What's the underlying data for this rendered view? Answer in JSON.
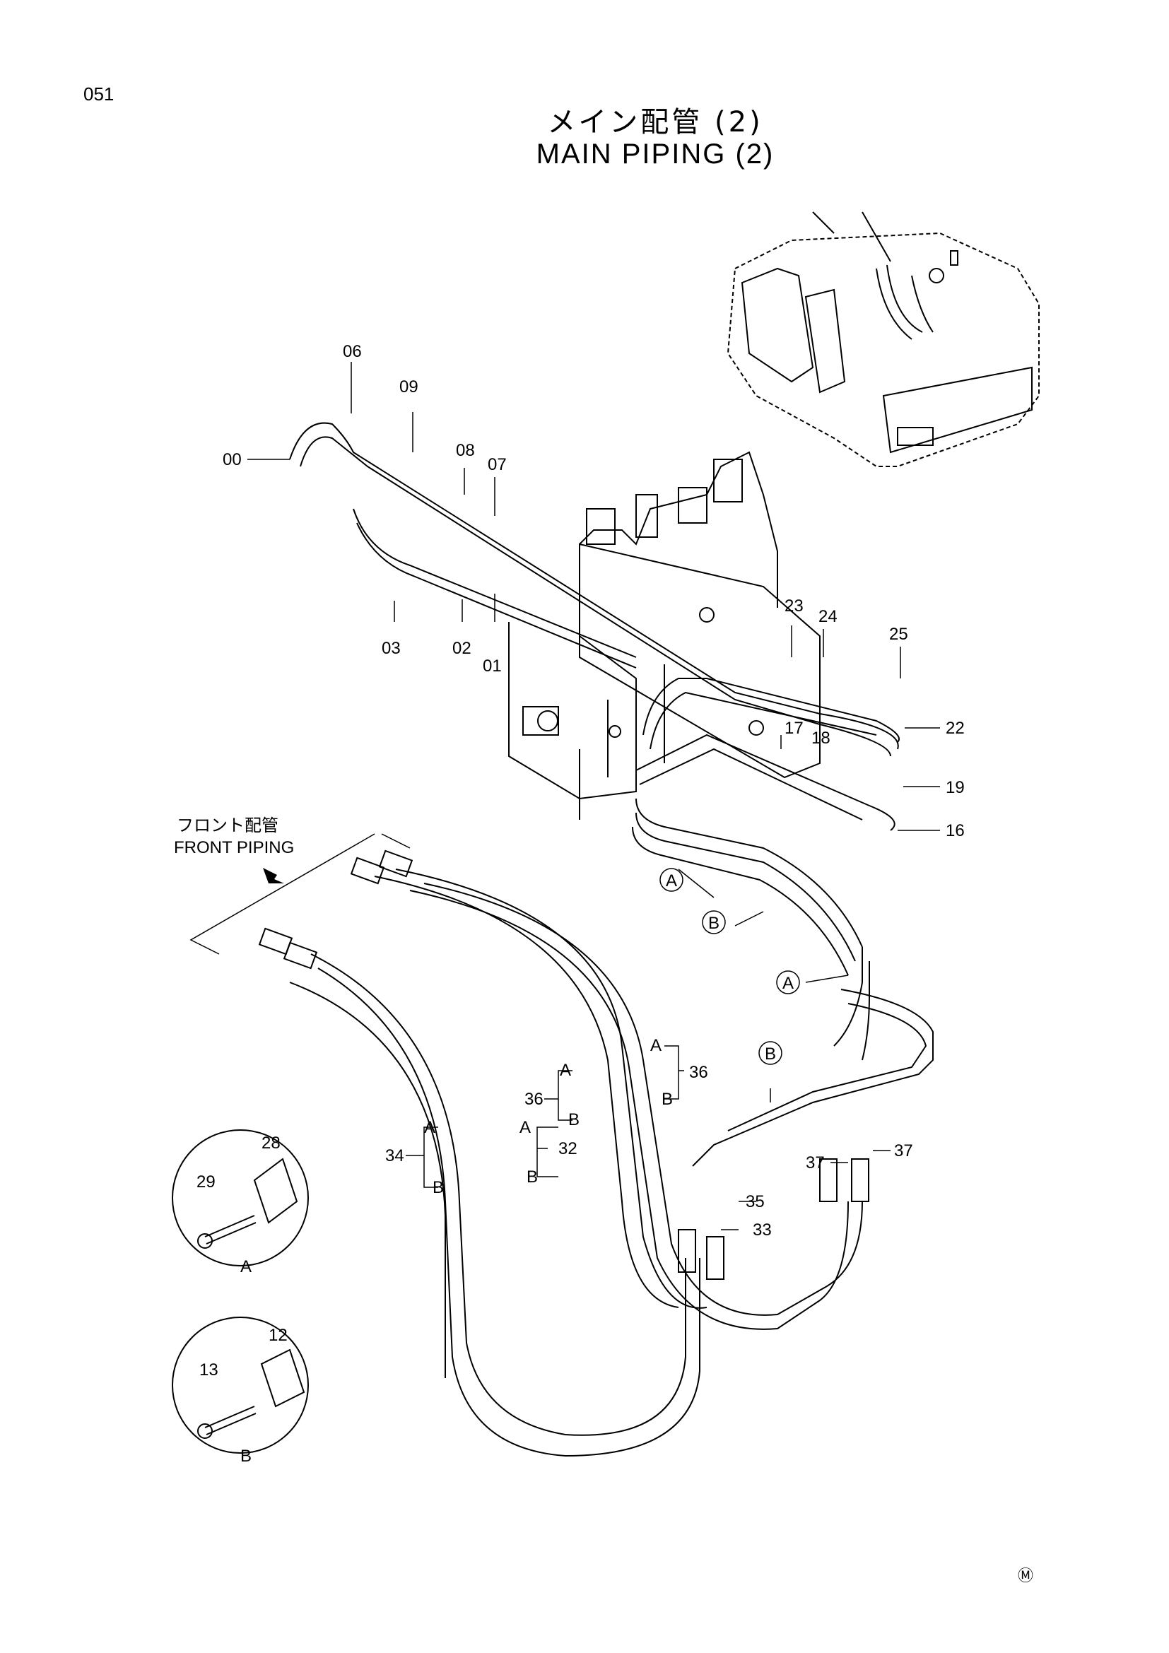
{
  "page_number": "051",
  "title": {
    "japanese": "メイン配管 (2)",
    "english": "MAIN PIPING (2)"
  },
  "front_piping": {
    "japanese": "フロント配管",
    "english": "FRONT PIPING"
  },
  "part_labels": {
    "p00": "00",
    "p01": "01",
    "p02": "02",
    "p03": "03",
    "p06": "06",
    "p07": "07",
    "p08": "08",
    "p09": "09",
    "p12": "12",
    "p13": "13",
    "p16": "16",
    "p17": "17",
    "p18": "18",
    "p19": "19",
    "p22": "22",
    "p23": "23",
    "p24": "24",
    "p25": "25",
    "p28": "28",
    "p29": "29",
    "p32": "32",
    "p33": "33",
    "p34": "34",
    "p35": "35",
    "p36a": "36",
    "p36b": "36",
    "p37a": "37",
    "p37b": "37"
  },
  "clamp_letters": {
    "a": "A",
    "b": "B"
  },
  "detail_views": {
    "a": "A",
    "b": "B"
  },
  "corner_mark": "Ⓜ"
}
